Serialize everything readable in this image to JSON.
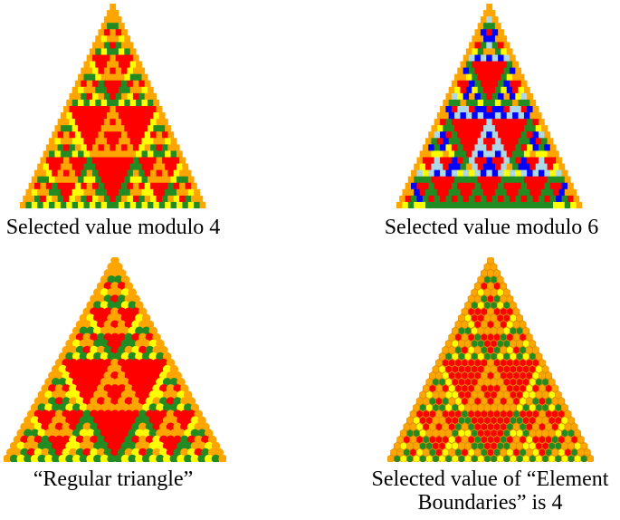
{
  "colors": {
    "border": "#ffa500",
    "0": "#ff0000",
    "1": "#ffff00",
    "2": "#ffa500",
    "3": "#228b22",
    "4": "#0000ff",
    "5": "#add8e6",
    "cell_outline": "#d98c00"
  },
  "panels": [
    {
      "id": "modulo4",
      "caption": "Selected value modulo 4",
      "caption_lines": [
        "Selected value modulo 4"
      ],
      "modulus": 4,
      "cell_shape": "square",
      "color_index": [
        "#ff0000",
        "#ffff00",
        "#ffa500",
        "#228b22"
      ]
    },
    {
      "id": "modulo6",
      "caption": "Selected value modulo 6",
      "caption_lines": [
        "Selected value modulo 6"
      ],
      "modulus": 6,
      "cell_shape": "square",
      "color_index": [
        "#ff0000",
        "#ffff00",
        "#add8e6",
        "#228b22",
        "#0000ff",
        "#ffa500"
      ]
    },
    {
      "id": "regular-triangle",
      "caption": "“Regular triangle”",
      "caption_lines": [
        "“Regular triangle”"
      ],
      "modulus": 4,
      "cell_shape": "circle",
      "color_index": [
        "#ff0000",
        "#ffff00",
        "#ffa500",
        "#228b22"
      ]
    },
    {
      "id": "element-boundaries",
      "caption": "Selected value of “Element Boundaries” is 4",
      "caption_lines": [
        "Selected value of “Element",
        "Boundaries” is 4"
      ],
      "modulus": 4,
      "cell_shape": "hexagon-outlined",
      "color_index": [
        "#ff0000",
        "#ffff00",
        "#ffa500",
        "#228b22"
      ]
    }
  ]
}
